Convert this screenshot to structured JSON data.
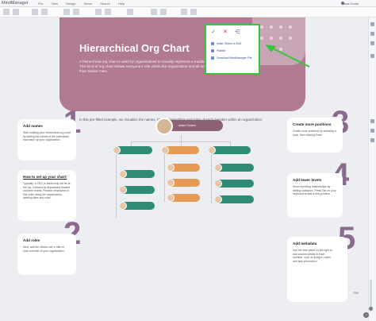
{
  "app": {
    "brand": "MindManager",
    "menu": [
      "File",
      "View",
      "Design",
      "Share",
      "Search",
      "Help"
    ],
    "user": "Anna Cross"
  },
  "banner": {
    "title": "Hierarchical Org Chart",
    "body": "A hierarchical org chart is used by organizations to visually represent a traditional business structure. This kind of org chart shows everyone's role within the organization and all employees are grouped by their similar roles.",
    "subline": "In this pre-filled example, we visualize the names, titles, relationships and roles of each member within an organization."
  },
  "share_popup": {
    "items": [
      "Invite Others to Edit",
      "Publish",
      "Download MindManager File"
    ]
  },
  "cards": {
    "add_names": {
      "number": "1",
      "title": "Add names",
      "body": "Start building your hierarchical org chart by adding the names of the individuals that make up your organization."
    },
    "set_up": {
      "title": "How to set up your chart:",
      "body": "Typically, a CEO or leadership will be at the top, followed by department leaders and their teams. Position employees in this order along the departments, labeling titles and roles."
    },
    "add_roles": {
      "number": "2",
      "title": "Add roles",
      "body": "Next, add the official role or title for each member of your organization."
    },
    "new_positions": {
      "number": "3",
      "title": "Create more positions",
      "body": "Create more positions by selecting a topic, then clicking Enter."
    },
    "lower_levels": {
      "number": "4",
      "title": "Add lower levels",
      "body": "Show reporting relationships by adding subtopics. Press Tab on your keyboard to add a new position."
    },
    "metadata": {
      "number": "5",
      "title": "Add metadata",
      "body": "Use the side panel on the right to add custom details to each member, such as images, notes and task information."
    }
  },
  "org": {
    "root": "Adam Horans"
  },
  "zoom": {
    "level": "70%"
  }
}
